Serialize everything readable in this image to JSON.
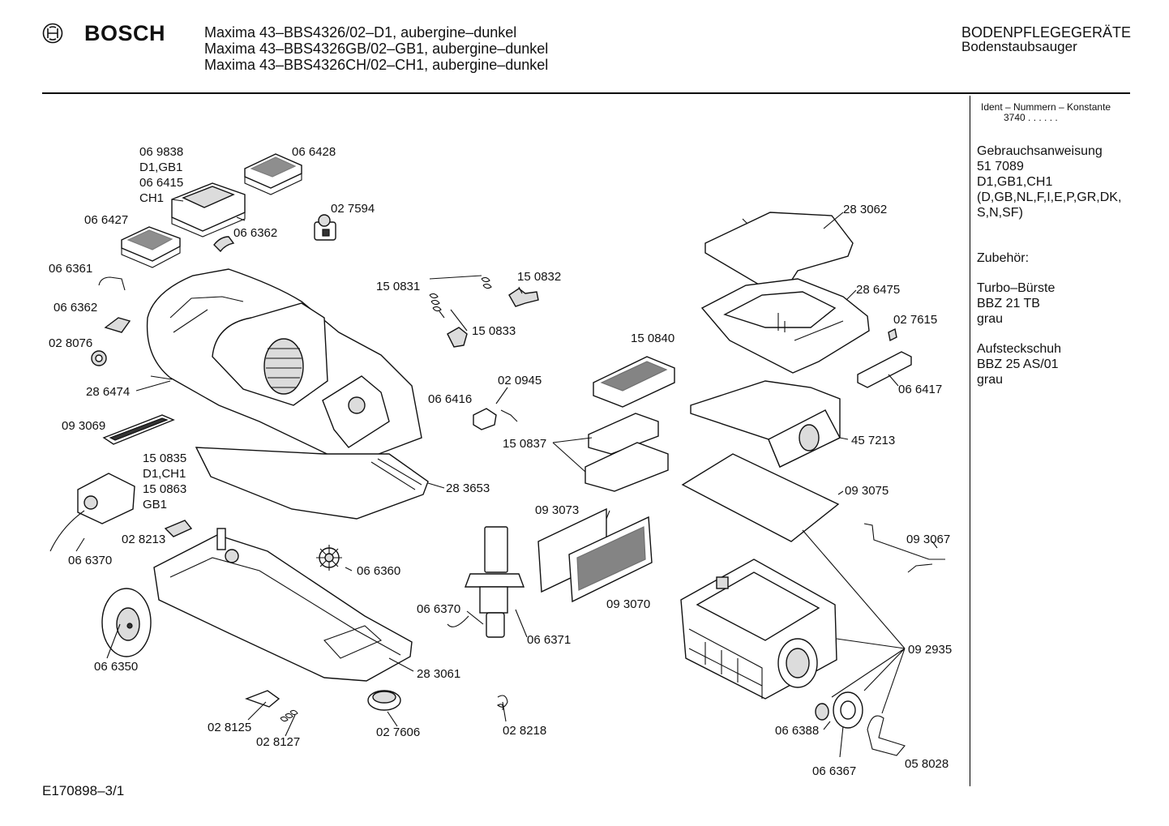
{
  "header": {
    "brand": "BOSCH",
    "models": [
      "Maxima 43–BBS4326/02–D1, aubergine–dunkel",
      "Maxima 43–BBS4326GB/02–GB1, aubergine–dunkel",
      "Maxima 43–BBS4326CH/02–CH1, aubergine–dunkel"
    ],
    "category": "BODENPFLEGEGERÄTE",
    "subcategory": "Bodenstaubsauger"
  },
  "sidebar": {
    "ident_heading": "Ident – Nummern – Konstante",
    "ident_value": "3740  . .   . . . .",
    "manual_lines": [
      "Gebrauchsanweisung",
      "51 7089",
      "D1,GB1,CH1",
      "(D,GB,NL,F,I,E,P,GR,DK,",
      "S,N,SF)"
    ],
    "accessories_heading": "Zubehör:",
    "turbo_lines": [
      "Turbo–Bürste",
      "BBZ 21 TB",
      "grau"
    ],
    "shoe_lines": [
      "Aufsteckschuh",
      "BBZ 25 AS/01",
      "grau"
    ]
  },
  "footer": {
    "code": "E170898–3/1"
  },
  "parts": {
    "p069838": "06 9838",
    "p069838_v": "D1,GB1",
    "p066415": "06 6415",
    "p066415_v": "CH1",
    "p066428": "06 6428",
    "p027594": "02 7594",
    "p066427": "06 6427",
    "p066362a": "06 6362",
    "p066361": "06 6361",
    "p066362b": "06 6362",
    "p028076": "02 8076",
    "p286474": "28 6474",
    "p093069": "09 3069",
    "p150835": "15 0835",
    "p150835_v": "D1,CH1",
    "p150863": "15 0863",
    "p150863_v": "GB1",
    "p028213": "02 8213",
    "p066370a": "06 6370",
    "p150831": "15 0831",
    "p150832": "15 0832",
    "p150833": "15 0833",
    "p066416": "06 6416",
    "p020945": "02 0945",
    "p150837": "15 0837",
    "p150840": "15 0840",
    "p283653": "28 3653",
    "p066360": "06 6360",
    "p066350": "06 6350",
    "p283061": "28 3061",
    "p066370b": "06 6370",
    "p066371": "06 6371",
    "p093073": "09 3073",
    "p093070": "09 3070",
    "p028125": "02 8125",
    "p028127": "02 8127",
    "p027606": "02 7606",
    "p028218": "02 8218",
    "p283062": "28 3062",
    "p286475": "28 6475",
    "p027615": "02 7615",
    "p066417": "06 6417",
    "p457213": "45 7213",
    "p093075": "09 3075",
    "p093067": "09 3067",
    "p092935": "09 2935",
    "p066388": "06 6388",
    "p066367": "06 6367",
    "p058028": "05 8028"
  }
}
